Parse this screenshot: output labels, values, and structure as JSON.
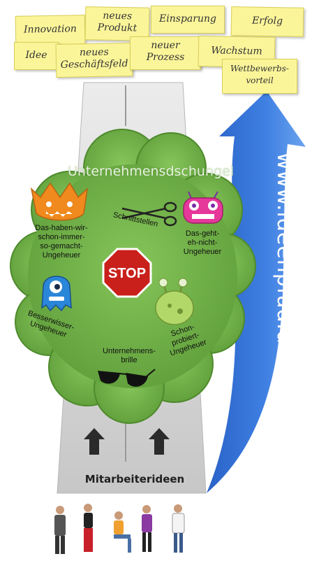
{
  "notes": {
    "innovation": "Innovation",
    "neues_produkt": [
      "neues",
      "Produkt"
    ],
    "einsparung": "Einsparung",
    "erfolg": "Erfolg",
    "idee": "Idee",
    "neues_geschaeftsfeld": [
      "neues",
      "Geschäftsfeld"
    ],
    "neuer_prozess": [
      "neuer",
      "Prozess"
    ],
    "wachstum": "Wachstum",
    "wettbewerbsvorteil": [
      "Wettbewerbs-",
      "vorteil"
    ]
  },
  "arrow_text": "www.ideenpfad.de",
  "jungle": {
    "title": "Unternehmensdschungel",
    "stop_sign": "STOP",
    "scissors_label": "Schnittstellen",
    "monster_orange_label": [
      "Das-haben-wir-",
      "schon-immer-",
      "so-gemacht-",
      "Ungeheuer"
    ],
    "monster_pink_label": [
      "Das-geht-",
      "eh-nicht-",
      "Ungeheuer"
    ],
    "monster_blue_label": [
      "Besserwisser-",
      "Ungeheuer"
    ],
    "monster_green_label": [
      "Schon-",
      "probiert-",
      "Ungeheuer"
    ],
    "glasses_label": [
      "Unternehmens-",
      "brille"
    ]
  },
  "road": {
    "bottom_label": "Mitarbeiterideen"
  },
  "colors": {
    "note": "#fbf59a",
    "jungle": "#76b548",
    "arrow": "#2f6fd3",
    "road": "#d9d9d9",
    "stop": "#c9201b"
  }
}
